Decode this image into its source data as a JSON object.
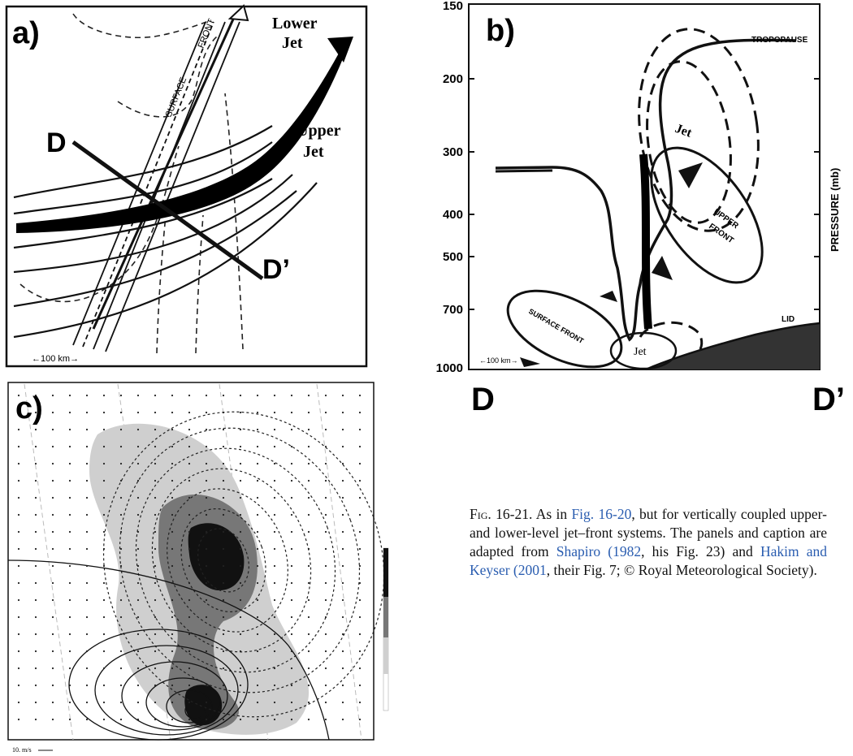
{
  "panel_a": {
    "label": "a)",
    "lower_jet": [
      "Lower",
      "Jet"
    ],
    "upper_jet": [
      "Upper",
      "Jet"
    ],
    "surface": "SURFACE",
    "front": "FRONT",
    "D": "D",
    "D_prime": "D’",
    "scale": "←100 km→"
  },
  "panel_b": {
    "label": "b)",
    "y_ticks": [
      "150",
      "200",
      "300",
      "400",
      "500",
      "700",
      "1000"
    ],
    "y_axis_label": "PRESSURE (mb)",
    "tropopause": "TROPOPAUSE",
    "jet_upper": "Jet",
    "upper_front": [
      "UPPER",
      "FRONT"
    ],
    "surface_front": "SURFACE FRONT",
    "jet_lower": "Jet",
    "lid": "LID",
    "scale": "←100 km→",
    "D": "D",
    "D_prime": "D’"
  },
  "panel_c": {
    "label": "c)",
    "vector_scale": "10. m/s"
  },
  "caption": {
    "fig": "Fig.",
    "number": " 16-21. As in ",
    "ref1": "Fig. 16-20",
    "t1": ", but for vertically coupled upper- and lower-level jet–front systems. The panels and caption are adapted from ",
    "ref2": "Shapiro (1982",
    "t2": ", his Fig. 23) and ",
    "ref3": "Hakim and Keyser (2001",
    "t3": ", their Fig. 7; © Royal Meteorological Society)."
  }
}
